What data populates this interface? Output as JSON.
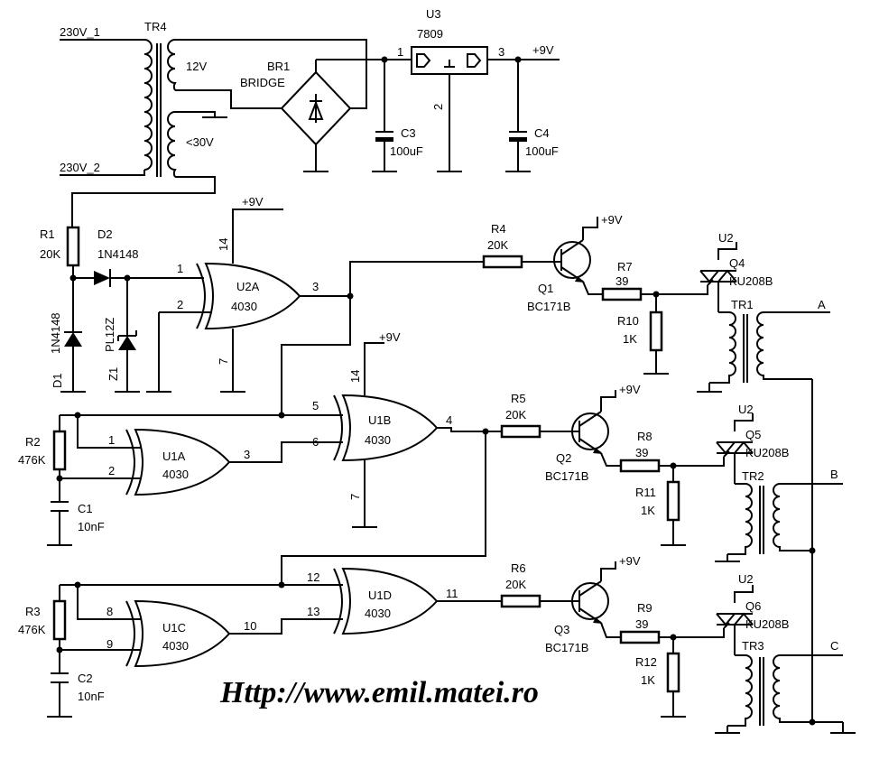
{
  "labels": {
    "mains1": "230V_1",
    "mains2": "230V_2",
    "tr4": "TR4",
    "v12": "12V",
    "v30": "<30V",
    "br1": "BR1",
    "bridge": "BRIDGE",
    "u3": "U3",
    "u3part": "7809",
    "pin1": "1",
    "pin2": "2",
    "pin3": "3",
    "vout": "+9V",
    "c3": "C3",
    "c3val": "100uF",
    "c4": "C4",
    "c4val": "100uF",
    "r1": "R1",
    "r1val": "20K",
    "d2": "D2",
    "d2part": "1N4148",
    "d1": "D1",
    "d1part": "1N4148",
    "z1": "Z1",
    "z1part": "PL12Z",
    "u2a": "U2A",
    "u2apart": "4030",
    "u2a_p1": "1",
    "u2a_p2": "2",
    "u2a_p3": "3",
    "u2a_p14": "14",
    "u2a_p7": "7",
    "u2a_vcc": "+9V",
    "r4": "R4",
    "r4val": "20K",
    "q1": "Q1",
    "q1part": "BC171B",
    "q1vcc": "+9V",
    "r7": "R7",
    "r7val": "39",
    "r10": "R10",
    "r10val": "1K",
    "u2_1": "U2",
    "q4": "Q4",
    "q4part": "KU208B",
    "tr1": "TR1",
    "outA": "A",
    "r2": "R2",
    "r2val": "476K",
    "c1": "C1",
    "c1val": "10nF",
    "u1a": "U1A",
    "u1apart": "4030",
    "u1a_p1": "1",
    "u1a_p2": "2",
    "u1a_p3": "3",
    "u1b": "U1B",
    "u1bpart": "4030",
    "u1b_p5": "5",
    "u1b_p6": "6",
    "u1b_p4": "4",
    "u1b_p14": "14",
    "u1b_p7": "7",
    "u1b_vcc": "+9V",
    "r5": "R5",
    "r5val": "20K",
    "q2": "Q2",
    "q2part": "BC171B",
    "q2vcc": "+9V",
    "r8": "R8",
    "r8val": "39",
    "r11": "R11",
    "r11val": "1K",
    "u2_2": "U2",
    "q5": "Q5",
    "q5part": "KU208B",
    "tr2": "TR2",
    "outB": "B",
    "r3": "R3",
    "r3val": "476K",
    "c2": "C2",
    "c2val": "10nF",
    "u1c": "U1C",
    "u1cpart": "4030",
    "u1c_p8": "8",
    "u1c_p9": "9",
    "u1c_p10": "10",
    "u1d": "U1D",
    "u1dpart": "4030",
    "u1d_p12": "12",
    "u1d_p13": "13",
    "u1d_p11": "11",
    "r6": "R6",
    "r6val": "20K",
    "q3": "Q3",
    "q3part": "BC171B",
    "q3vcc": "+9V",
    "r9": "R9",
    "r9val": "39",
    "r12": "R12",
    "r12val": "1K",
    "u2_3": "U2",
    "q6": "Q6",
    "q6part": "KU208B",
    "tr3": "TR3",
    "outC": "C",
    "url": "Http://www.emil.matei.ro"
  }
}
